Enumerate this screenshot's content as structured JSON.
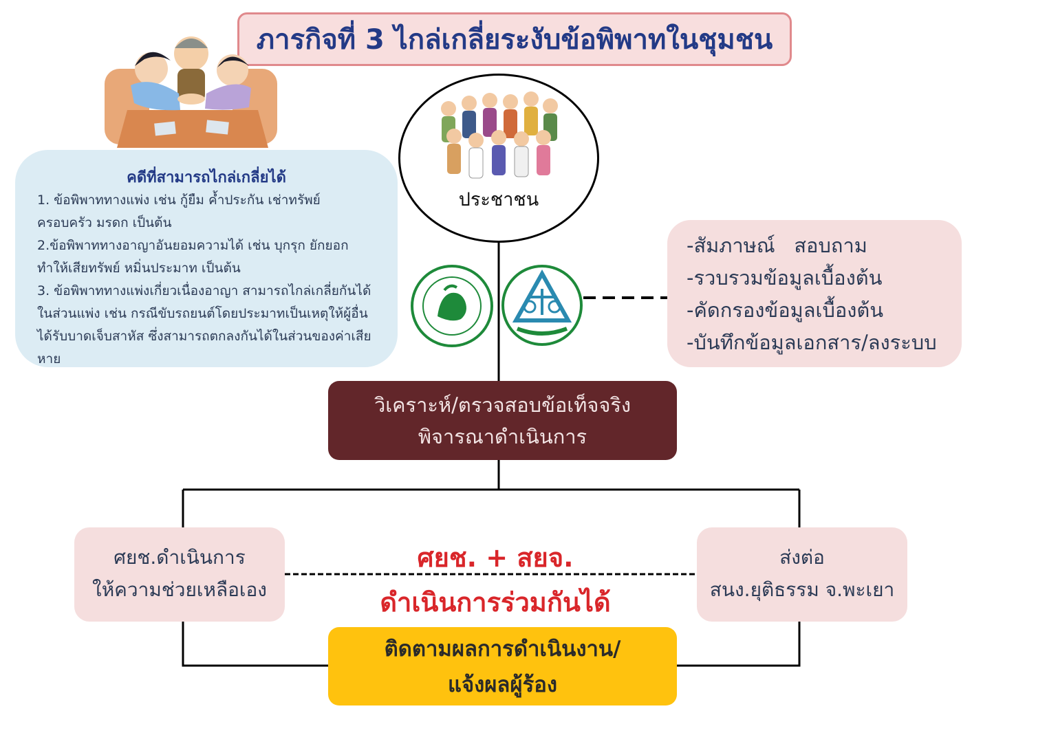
{
  "title": "ภารกิจที่ 3 ไกล่เกลี่ยระงับข้อพิพาทในชุมชน",
  "cases": {
    "title": "คดีที่สามารถไกล่เกลี่ยได้",
    "items": [
      "1. ข้อพิพาททางแพ่ง เช่น กู้ยืม ค้ำประกัน เช่าทรัพย์ ครอบครัว มรดก เป็นต้น",
      "2.ข้อพิพาททางอาญาอันยอมความได้ เช่น บุกรุก ยักยอก ทำให้เสียทรัพย์ หมิ่นประมาท เป็นต้น",
      "3. ข้อพิพาททางแพ่งเกี่ยวเนื่องอาญา สามารถไกล่เกลี่ยกันได้ในส่วนแพ่ง เช่น กรณีขับรถยนต์โดยประมาทเป็นเหตุให้ผู้อื่นได้รับบาดเจ็บสาหัส ซึ่งสามารถตกลงกันได้ในส่วนของค่าเสียหาย"
    ]
  },
  "people": {
    "label": "ประชาชน"
  },
  "logos": {
    "left": "DEPARTMENT OF LOCAL ADMINISTRATION",
    "right": "เครือข่ายยุติธรรมชุมชน"
  },
  "steps": [
    "-สัมภาษณ์   สอบถาม",
    "-รวบรวมข้อมูลเบื้องต้น",
    "-คัดกรองข้อมูลเบื้องต้น",
    "-บันทึกข้อมูลเอกสาร/ลงระบบ"
  ],
  "analyze": {
    "line1": "วิเคราะห์/ตรวจสอบข้อเท็จจริง",
    "line2": "พิจารณาดำเนินการ"
  },
  "left_box": {
    "line1": "ศยช.ดำเนินการ",
    "line2": "ให้ความช่วยเหลือเอง"
  },
  "right_box": {
    "line1": "ส่งต่อ",
    "line2": "สนง.ยุติธรรม จ.พะเยา"
  },
  "joint": {
    "line1": "ศยช. + สยจ.",
    "line2": "ดำเนินการร่วมกันได้"
  },
  "follow": {
    "line1": "ติดตามผลการดำเนินงาน/",
    "line2": "แจ้งผลผู้ร้อง"
  },
  "colors": {
    "title_bg": "#f8dede",
    "title_border": "#e0898c",
    "navy": "#233a86",
    "cases_bg": "#dcecf4",
    "pink_box": "#f5dede",
    "maroon": "#62262a",
    "red": "#d9262a",
    "yellow": "#ffc20e",
    "logo_green": "#1e8a3a"
  }
}
